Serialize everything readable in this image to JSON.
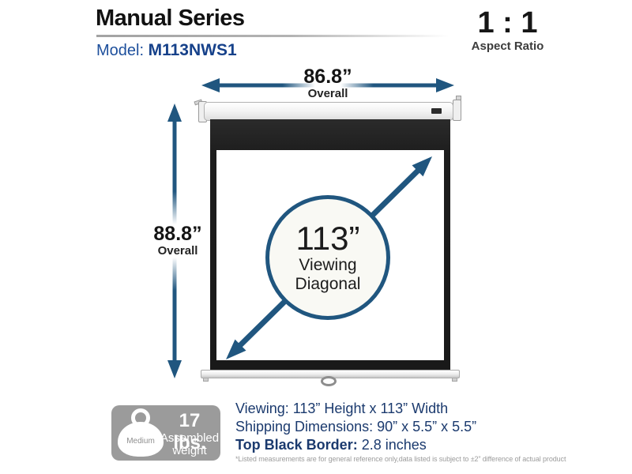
{
  "header": {
    "title": "Manual Series",
    "model_label": "Model:",
    "model_value": "M113NWS1",
    "aspect_ratio_value": "1 : 1",
    "aspect_ratio_label": "Aspect Ratio"
  },
  "diagram": {
    "overall_width": {
      "value": "86.8”",
      "label": "Overall"
    },
    "overall_height": {
      "value": "88.8”",
      "label": "Overall"
    },
    "viewing_diagonal": {
      "value": "113”",
      "label_line1": "Viewing",
      "label_line2": "Diagonal"
    }
  },
  "weight_badge": {
    "size_label": "Medium",
    "value": "17 lbs.",
    "label_line1": "Assembled",
    "label_line2": "weight"
  },
  "specs": {
    "viewing": {
      "label": "Viewing:",
      "value": "113” Height x 113” Width"
    },
    "shipping": {
      "label": "Shipping Dimensions:",
      "value": "90” x 5.5” x 5.5”"
    },
    "border": {
      "label": "Top Black Border:",
      "value": "2.8 inches"
    }
  },
  "disclaimer": "*Listed measurements are for general reference only,data listed is subject to ±2” difference of actual product",
  "colors": {
    "arrow_navy": "#20567f",
    "spec_text_navy": "#1b3a6e",
    "model_blue": "#1d4f9c",
    "badge_gray": "#9b9b9b",
    "screen_black": "#1d1d1d"
  }
}
